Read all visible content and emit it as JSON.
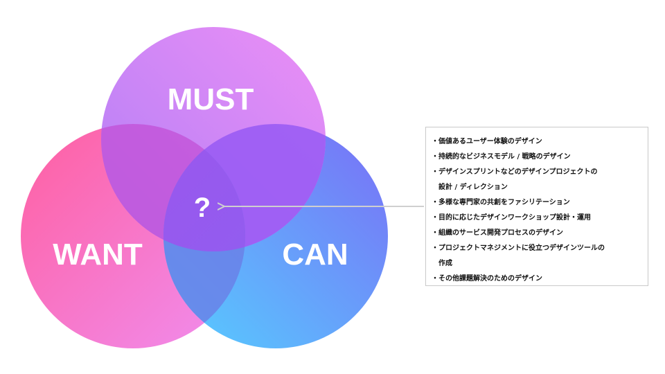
{
  "diagram": {
    "circles": [
      {
        "id": "must",
        "label": "MUST",
        "gradient": [
          "#c98af7",
          "#e68bf5"
        ]
      },
      {
        "id": "want",
        "label": "WANT",
        "gradient": [
          "#ff66a8",
          "#f08ef0"
        ]
      },
      {
        "id": "can",
        "label": "CAN",
        "gradient": [
          "#7d6cf7",
          "#5cc6ff"
        ]
      }
    ],
    "center_label": "?",
    "arrow_color": "#cfcfcf"
  },
  "info_box": {
    "items": [
      [
        "・価値あるユーザー体験のデザイン"
      ],
      [
        "・持続的なビジネスモデル / 戦略のデザイン"
      ],
      [
        "・デザインスプリントなどのデザインプロジェクトの",
        "設計 / ディレクション"
      ],
      [
        "・多様な専門家の共創をファシリテーション"
      ],
      [
        "・目的に応じたデザインワークショップ設計・運用"
      ],
      [
        "・組織のサービス開発プロセスのデザイン"
      ],
      [
        "・プロジェクトマネジメントに役立つデザインツールの",
        "作成"
      ],
      [
        "・その他課題解決のためのデザイン"
      ]
    ]
  }
}
